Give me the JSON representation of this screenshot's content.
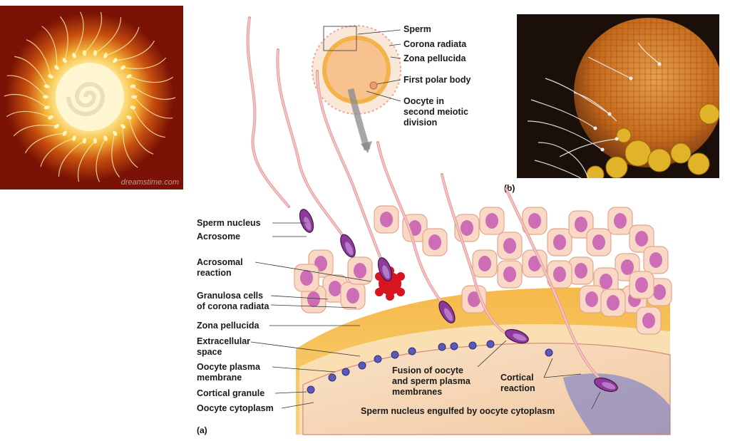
{
  "stock_image": {
    "watermark": "dreamstime.com"
  },
  "micrograph": {
    "panel_label": "(b)"
  },
  "diagram": {
    "panel_label": "(a)",
    "top_labels": {
      "sperm": "Sperm",
      "corona_radiata": "Corona radiata",
      "zona_pellucida": "Zona pellucida",
      "first_polar_body": "First polar body",
      "oocyte": "Oocyte in\nsecond meiotic\ndivision"
    },
    "left_labels": {
      "sperm_nucleus": "Sperm nucleus",
      "acrosome": "Acrosome",
      "acrosomal_reaction": "Acrosomal\nreaction",
      "granulosa": "Granulosa cells\nof corona radiata",
      "zona": "Zona pellucida",
      "extracellular": "Extracellular\nspace",
      "plasma_membrane": "Oocyte plasma\nmembrane",
      "cortical_granule": "Cortical granule",
      "cytoplasm": "Oocyte cytoplasm"
    },
    "bottom_labels": {
      "fusion": "Fusion of oocyte\nand sperm plasma\nmembranes",
      "cortical_reaction": "Cortical\nreaction",
      "engulfed": "Sperm nucleus engulfed by oocyte cytoplasm"
    }
  },
  "colors": {
    "stock_bg": "#7a1205",
    "glow": "#fff3b0",
    "zona": "#f3a93a",
    "cytoplasm": "#f7d8b8",
    "granulosa": "#f9d6c8",
    "nucleus": "#c45bb2",
    "sperm_head": "#8d3a9a",
    "acrosomal": "#d8141e",
    "cortical": "#5a5ab8"
  }
}
